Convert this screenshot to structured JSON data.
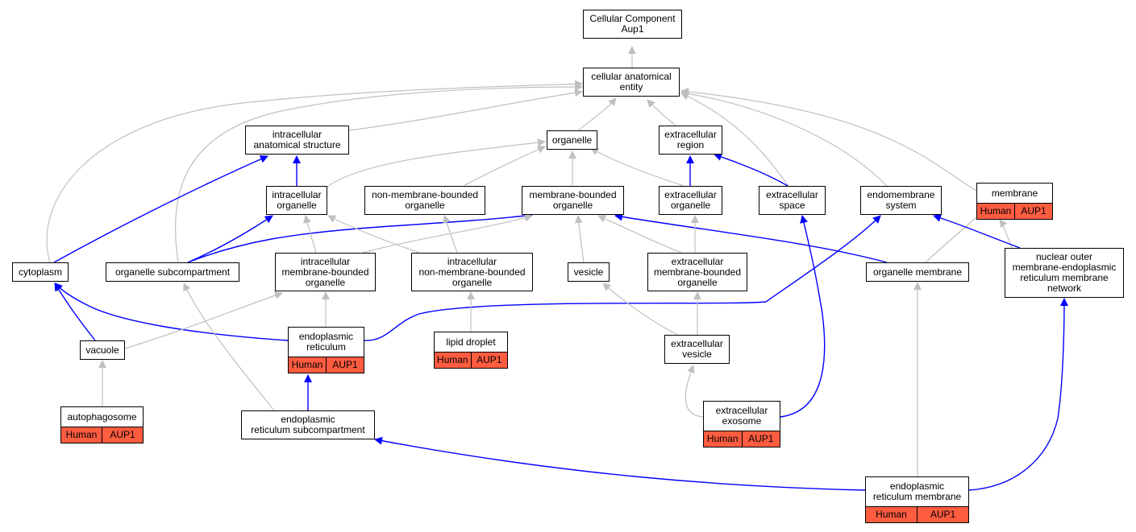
{
  "colors": {
    "is_a": "#c0c0c0",
    "part_of": "#0000ff",
    "annotation": "#ff5c40"
  },
  "nodes": {
    "cellular_component_aup1": {
      "lines": [
        "Cellular Component",
        "Aup1"
      ]
    },
    "cellular_anatomical_entity": {
      "lines": [
        "cellular anatomical",
        "entity"
      ]
    },
    "intracellular_anatomical_structure": {
      "lines": [
        "intracellular",
        "anatomical structure"
      ]
    },
    "organelle": {
      "lines": [
        "organelle"
      ]
    },
    "extracellular_region": {
      "lines": [
        "extracellular",
        "region"
      ]
    },
    "intracellular_organelle": {
      "lines": [
        "intracellular",
        "organelle"
      ]
    },
    "non_membrane_bounded_organelle": {
      "lines": [
        "non-membrane-bounded",
        "organelle"
      ]
    },
    "membrane_bounded_organelle": {
      "lines": [
        "membrane-bounded",
        "organelle"
      ]
    },
    "extracellular_organelle": {
      "lines": [
        "extracellular",
        "organelle"
      ]
    },
    "extracellular_space": {
      "lines": [
        "extracellular",
        "space"
      ]
    },
    "endomembrane_system": {
      "lines": [
        "endomembrane",
        "system"
      ]
    },
    "membrane": {
      "lines": [
        "membrane"
      ],
      "annotation": [
        "Human",
        "AUP1"
      ]
    },
    "cytoplasm": {
      "lines": [
        "cytoplasm"
      ]
    },
    "organelle_subcompartment": {
      "lines": [
        "organelle subcompartment"
      ]
    },
    "intracellular_membrane_bounded_organelle": {
      "lines": [
        "intracellular",
        "membrane-bounded",
        "organelle"
      ]
    },
    "intracellular_non_membrane_bounded_organelle": {
      "lines": [
        "intracellular",
        "non-membrane-bounded",
        "organelle"
      ]
    },
    "vesicle": {
      "lines": [
        "vesicle"
      ]
    },
    "extracellular_membrane_bounded_organelle": {
      "lines": [
        "extracellular",
        "membrane-bounded",
        "organelle"
      ]
    },
    "organelle_membrane": {
      "lines": [
        "organelle membrane"
      ]
    },
    "nuclear_outer_membrane_er_network": {
      "lines": [
        "nuclear outer",
        "membrane-endoplasmic",
        "reticulum membrane",
        "network"
      ]
    },
    "vacuole": {
      "lines": [
        "vacuole"
      ]
    },
    "endoplasmic_reticulum": {
      "lines": [
        "endoplasmic",
        "reticulum"
      ],
      "annotation": [
        "Human",
        "AUP1"
      ]
    },
    "lipid_droplet": {
      "lines": [
        "lipid droplet"
      ],
      "annotation": [
        "Human",
        "AUP1"
      ]
    },
    "extracellular_vesicle": {
      "lines": [
        "extracellular",
        "vesicle"
      ]
    },
    "autophagosome": {
      "lines": [
        "autophagosome"
      ],
      "annotation": [
        "Human",
        "AUP1"
      ]
    },
    "endoplasmic_reticulum_subcompartment": {
      "lines": [
        "endoplasmic",
        "reticulum subcompartment"
      ]
    },
    "extracellular_exosome": {
      "lines": [
        "extracellular",
        "exosome"
      ],
      "annotation": [
        "Human",
        "AUP1"
      ]
    },
    "endoplasmic_reticulum_membrane": {
      "lines": [
        "endoplasmic",
        "reticulum membrane"
      ],
      "annotation": [
        "Human",
        "AUP1"
      ]
    }
  },
  "edges": [
    {
      "from": "cellular_anatomical_entity",
      "to": "cellular_component_aup1",
      "type": "is_a"
    },
    {
      "from": "intracellular_anatomical_structure",
      "to": "cellular_anatomical_entity",
      "type": "is_a"
    },
    {
      "from": "organelle",
      "to": "cellular_anatomical_entity",
      "type": "is_a"
    },
    {
      "from": "extracellular_region",
      "to": "cellular_anatomical_entity",
      "type": "is_a"
    },
    {
      "from": "extracellular_space",
      "to": "cellular_anatomical_entity",
      "type": "is_a"
    },
    {
      "from": "endomembrane_system",
      "to": "cellular_anatomical_entity",
      "type": "is_a"
    },
    {
      "from": "membrane",
      "to": "cellular_anatomical_entity",
      "type": "is_a"
    },
    {
      "from": "cytoplasm",
      "to": "cellular_anatomical_entity",
      "type": "is_a"
    },
    {
      "from": "organelle_subcompartment",
      "to": "cellular_anatomical_entity",
      "type": "is_a"
    },
    {
      "from": "intracellular_organelle",
      "to": "intracellular_anatomical_structure",
      "type": "part_of"
    },
    {
      "from": "cytoplasm",
      "to": "intracellular_anatomical_structure",
      "type": "part_of"
    },
    {
      "from": "intracellular_organelle",
      "to": "organelle",
      "type": "is_a"
    },
    {
      "from": "non_membrane_bounded_organelle",
      "to": "organelle",
      "type": "is_a"
    },
    {
      "from": "membrane_bounded_organelle",
      "to": "organelle",
      "type": "is_a"
    },
    {
      "from": "extracellular_organelle",
      "to": "organelle",
      "type": "is_a"
    },
    {
      "from": "extracellular_organelle",
      "to": "extracellular_region",
      "type": "part_of"
    },
    {
      "from": "extracellular_space",
      "to": "extracellular_region",
      "type": "part_of"
    },
    {
      "from": "organelle_subcompartment",
      "to": "intracellular_organelle",
      "type": "part_of"
    },
    {
      "from": "organelle_subcompartment",
      "to": "membrane_bounded_organelle",
      "type": "part_of"
    },
    {
      "from": "intracellular_membrane_bounded_organelle",
      "to": "intracellular_organelle",
      "type": "is_a"
    },
    {
      "from": "intracellular_non_membrane_bounded_organelle",
      "to": "intracellular_organelle",
      "type": "is_a"
    },
    {
      "from": "intracellular_non_membrane_bounded_organelle",
      "to": "non_membrane_bounded_organelle",
      "type": "is_a"
    },
    {
      "from": "intracellular_membrane_bounded_organelle",
      "to": "membrane_bounded_organelle",
      "type": "is_a"
    },
    {
      "from": "vesicle",
      "to": "membrane_bounded_organelle",
      "type": "is_a"
    },
    {
      "from": "extracellular_membrane_bounded_organelle",
      "to": "membrane_bounded_organelle",
      "type": "is_a"
    },
    {
      "from": "organelle_membrane",
      "to": "membrane_bounded_organelle",
      "type": "part_of"
    },
    {
      "from": "extracellular_membrane_bounded_organelle",
      "to": "extracellular_organelle",
      "type": "is_a"
    },
    {
      "from": "organelle_membrane",
      "to": "membrane",
      "type": "is_a"
    },
    {
      "from": "nuclear_outer_membrane_er_network",
      "to": "membrane",
      "type": "is_a"
    },
    {
      "from": "nuclear_outer_membrane_er_network",
      "to": "endomembrane_system",
      "type": "part_of"
    },
    {
      "from": "vacuole",
      "to": "cytoplasm",
      "type": "part_of"
    },
    {
      "from": "endoplasmic_reticulum",
      "to": "cytoplasm",
      "type": "part_of"
    },
    {
      "from": "endoplasmic_reticulum",
      "to": "endomembrane_system",
      "type": "part_of"
    },
    {
      "from": "vacuole",
      "to": "intracellular_membrane_bounded_organelle",
      "type": "is_a"
    },
    {
      "from": "endoplasmic_reticulum",
      "to": "intracellular_membrane_bounded_organelle",
      "type": "is_a"
    },
    {
      "from": "lipid_droplet",
      "to": "intracellular_non_membrane_bounded_organelle",
      "type": "is_a"
    },
    {
      "from": "extracellular_vesicle",
      "to": "vesicle",
      "type": "is_a"
    },
    {
      "from": "extracellular_vesicle",
      "to": "extracellular_membrane_bounded_organelle",
      "type": "is_a"
    },
    {
      "from": "autophagosome",
      "to": "vacuole",
      "type": "is_a"
    },
    {
      "from": "endoplasmic_reticulum_subcompartment",
      "to": "organelle_subcompartment",
      "type": "is_a"
    },
    {
      "from": "endoplasmic_reticulum_subcompartment",
      "to": "endoplasmic_reticulum",
      "type": "part_of"
    },
    {
      "from": "extracellular_exosome",
      "to": "extracellular_vesicle",
      "type": "is_a"
    },
    {
      "from": "extracellular_exosome",
      "to": "extracellular_space",
      "type": "part_of"
    },
    {
      "from": "endoplasmic_reticulum_membrane",
      "to": "endoplasmic_reticulum_subcompartment",
      "type": "part_of"
    },
    {
      "from": "endoplasmic_reticulum_membrane",
      "to": "organelle_membrane",
      "type": "is_a"
    },
    {
      "from": "endoplasmic_reticulum_membrane",
      "to": "nuclear_outer_membrane_er_network",
      "type": "part_of"
    }
  ]
}
